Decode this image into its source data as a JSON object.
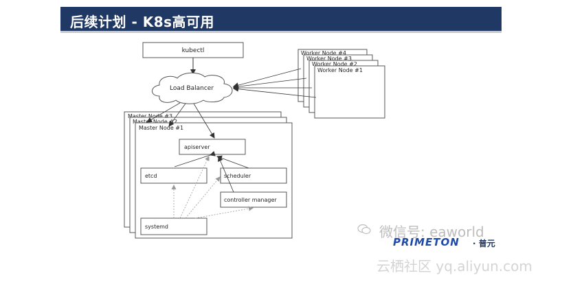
{
  "slide": {
    "title": "后续计划 - K8s高可用"
  },
  "diagram": {
    "kubectl": "kubectl",
    "load_balancer": "Load Balancer",
    "worker_nodes": [
      "Worker Node #4",
      "Worker Node #3",
      "Worker Node #2",
      "Worker Node #1"
    ],
    "master_nodes": [
      "Master Node #3",
      "Master Node #2",
      "Master Node #1"
    ],
    "components": {
      "apiserver": "apiserver",
      "etcd": "etcd",
      "scheduler": "scheduler",
      "controller_manager": "controller manager",
      "systemd": "systemd"
    }
  },
  "watermarks": {
    "weixin": "微信号: eaworld",
    "logo": "PRIMETON",
    "logo_cn": "· 普元",
    "yunqi": "云栖社区 yq.aliyun.com"
  }
}
